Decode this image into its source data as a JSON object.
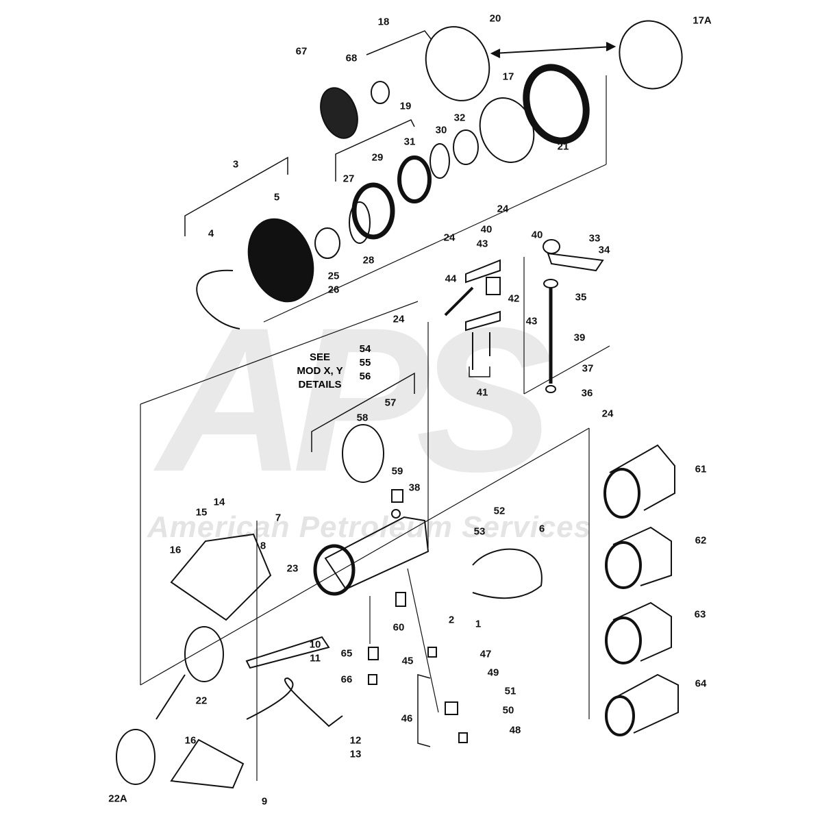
{
  "watermark": {
    "logo": "APS",
    "company": "American Petroleum Services"
  },
  "note": {
    "line1": "SEE",
    "line2": "MOD X, Y",
    "line3": "DETAILS"
  },
  "group_54_56": {
    "a": "54",
    "b": "55",
    "c": "56"
  },
  "labels": [
    "17A",
    "18",
    "20",
    "67",
    "68",
    "19",
    "17",
    "32",
    "30",
    "31",
    "29",
    "27",
    "3",
    "5",
    "21",
    "24",
    "40",
    "40",
    "24",
    "43",
    "33",
    "34",
    "4",
    "25",
    "26",
    "28",
    "44",
    "35",
    "42",
    "24",
    "43",
    "39",
    "37",
    "41",
    "36",
    "24",
    "57",
    "58",
    "61",
    "59",
    "38",
    "52",
    "14",
    "15",
    "7",
    "53",
    "6",
    "8",
    "62",
    "16",
    "23",
    "2",
    "1",
    "60",
    "63",
    "10",
    "11",
    "65",
    "45",
    "47",
    "49",
    "66",
    "22",
    "51",
    "64",
    "46",
    "50",
    "48",
    "12",
    "13",
    "16",
    "22A",
    "9"
  ]
}
